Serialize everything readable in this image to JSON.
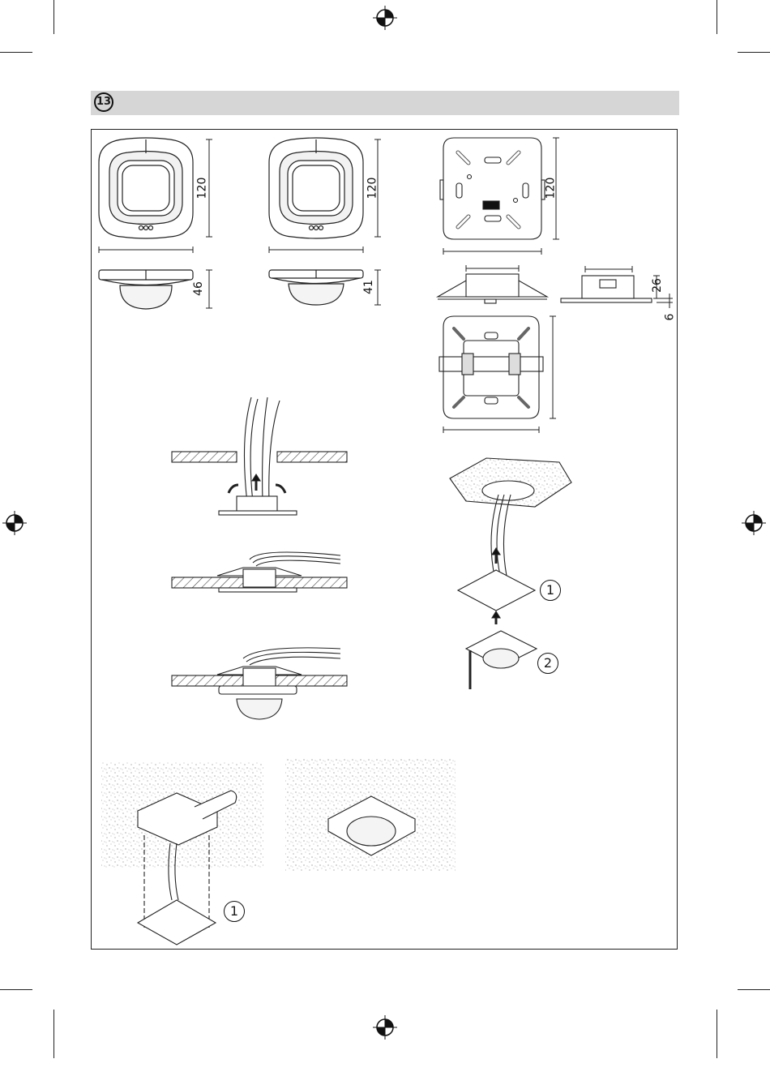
{
  "section": {
    "number": "13"
  },
  "dimensions": {
    "model_a_width": "120",
    "model_a_height": "46",
    "model_b_width": "120",
    "model_b_height": "41",
    "base_width": "120",
    "base_depth": "26",
    "base_flange": "6"
  },
  "steps": {
    "flush_step_1": "1",
    "flush_step_2": "2",
    "box_step_1": "1"
  }
}
